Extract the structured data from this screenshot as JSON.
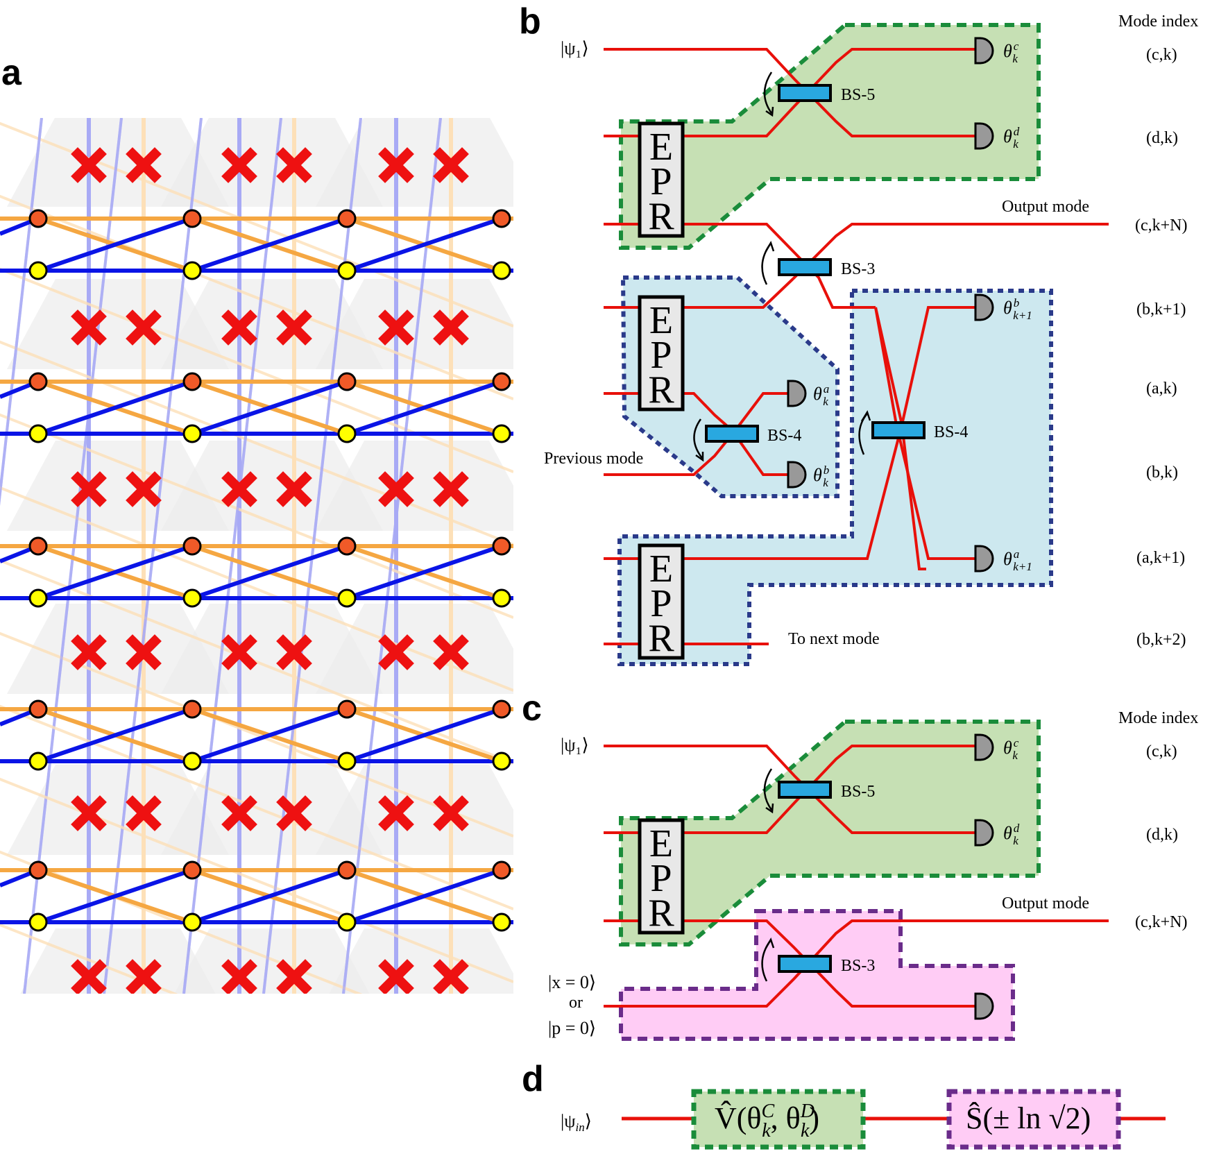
{
  "panels": {
    "a": "a",
    "b": "b",
    "c": "c",
    "d": "d"
  },
  "colors": {
    "orange": "#f5a742",
    "blue": "#0a14e6",
    "light_blue": "#a8aaf5",
    "light_orange": "#fde0b8",
    "red_wire": "#e8100a",
    "node_orange": "#f05a28",
    "node_yellow": "#ffff00",
    "cross": "#ee1111",
    "green_fill": "#c6e0b4",
    "green_border": "#1a8c3a",
    "blue_fill": "#cde8ef",
    "blue_border": "#2a3a8a",
    "pink_fill": "#ffccf5",
    "purple_border": "#6a2c8a",
    "bs_fill": "#29a8e0"
  },
  "panel_b": {
    "mode_index_title": "Mode index",
    "mode_indices": [
      "(c,k)",
      "(d,k)",
      "(c,k+N)",
      "(b,k+1)",
      "(a,k)",
      "(b,k)",
      "(a,k+1)",
      "(b,k+2)"
    ],
    "input_ket": "|ψ₁⟩",
    "output_mode": "Output mode",
    "previous_mode": "Previous mode",
    "to_next_mode": "To next mode",
    "epr": "EPR",
    "bs_labels": {
      "bs5": "BS-5",
      "bs3": "BS-3",
      "bs4a": "BS-4",
      "bs4b": "BS-4"
    },
    "detectors": {
      "d1": {
        "sym": "θ",
        "sup": "c",
        "sub": "k"
      },
      "d2": {
        "sym": "θ",
        "sup": "d",
        "sub": "k"
      },
      "d3": {
        "sym": "θ",
        "sup": "b",
        "sub": "k+1"
      },
      "d4": {
        "sym": "θ",
        "sup": "a",
        "sub": "k"
      },
      "d5": {
        "sym": "θ",
        "sup": "b",
        "sub": "k"
      },
      "d6": {
        "sym": "θ",
        "sup": "a",
        "sub": "k+1"
      }
    }
  },
  "panel_c": {
    "mode_index_title": "Mode index",
    "mode_indices": [
      "(c,k)",
      "(d,k)",
      "(c,k+N)"
    ],
    "input_ket": "|ψ₁⟩",
    "output_mode": "Output mode",
    "epr": "EPR",
    "bs_labels": {
      "bs5": "BS-5",
      "bs3": "BS-3"
    },
    "ancilla_x": "|x = 0⟩",
    "or": "or",
    "ancilla_p": "|p = 0⟩",
    "detectors": {
      "d1": {
        "sym": "θ",
        "sup": "c",
        "sub": "k"
      },
      "d2": {
        "sym": "θ",
        "sup": "d",
        "sub": "k"
      }
    }
  },
  "panel_d": {
    "input_ket": "|ψ",
    "input_sub": "in",
    "input_close": "⟩",
    "box1_pre": "V̂(θ",
    "box1_sup1": "C",
    "box1_sub1": "k",
    "box1_mid": ", θ",
    "box1_sup2": "D",
    "box1_sub2": "k",
    "box1_post": ")",
    "box2": "Ŝ(± ln √2)"
  },
  "panel_a": {
    "rows": 5,
    "columns": 4
  }
}
